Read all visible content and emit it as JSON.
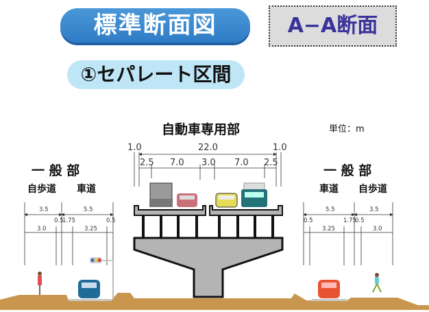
{
  "header": {
    "title": "標準断面図",
    "section": "A−A断面",
    "subtitle": "①セパレート区間"
  },
  "expressway": {
    "label": "自動車専用部",
    "unit": "単位：m",
    "total": "22.0",
    "edges": [
      "1.0",
      "1.0"
    ],
    "lanes": [
      "2.5",
      "7.0",
      "3.0",
      "7.0",
      "2.5"
    ]
  },
  "general_left": {
    "label": "一 般 部",
    "sidewalk": "自歩道",
    "roadway": "車道",
    "row1": [
      "3.5",
      "5.5"
    ],
    "row2": [
      "3.0",
      "0.5",
      "1.75",
      "3.25",
      "0.5"
    ]
  },
  "general_right": {
    "label": "一 般 部",
    "roadway": "車道",
    "sidewalk": "自歩道",
    "row1": [
      "5.5",
      "3.5"
    ],
    "row2": [
      "0.5",
      "3.25",
      "1.75",
      "0.5",
      "3.0"
    ]
  },
  "colors": {
    "title_blue": "#3a88d0",
    "subtitle_blue": "#bfe6f7",
    "section_text": "#3a3399",
    "ground": "#c8964e",
    "concrete": "#b4b4b4"
  }
}
